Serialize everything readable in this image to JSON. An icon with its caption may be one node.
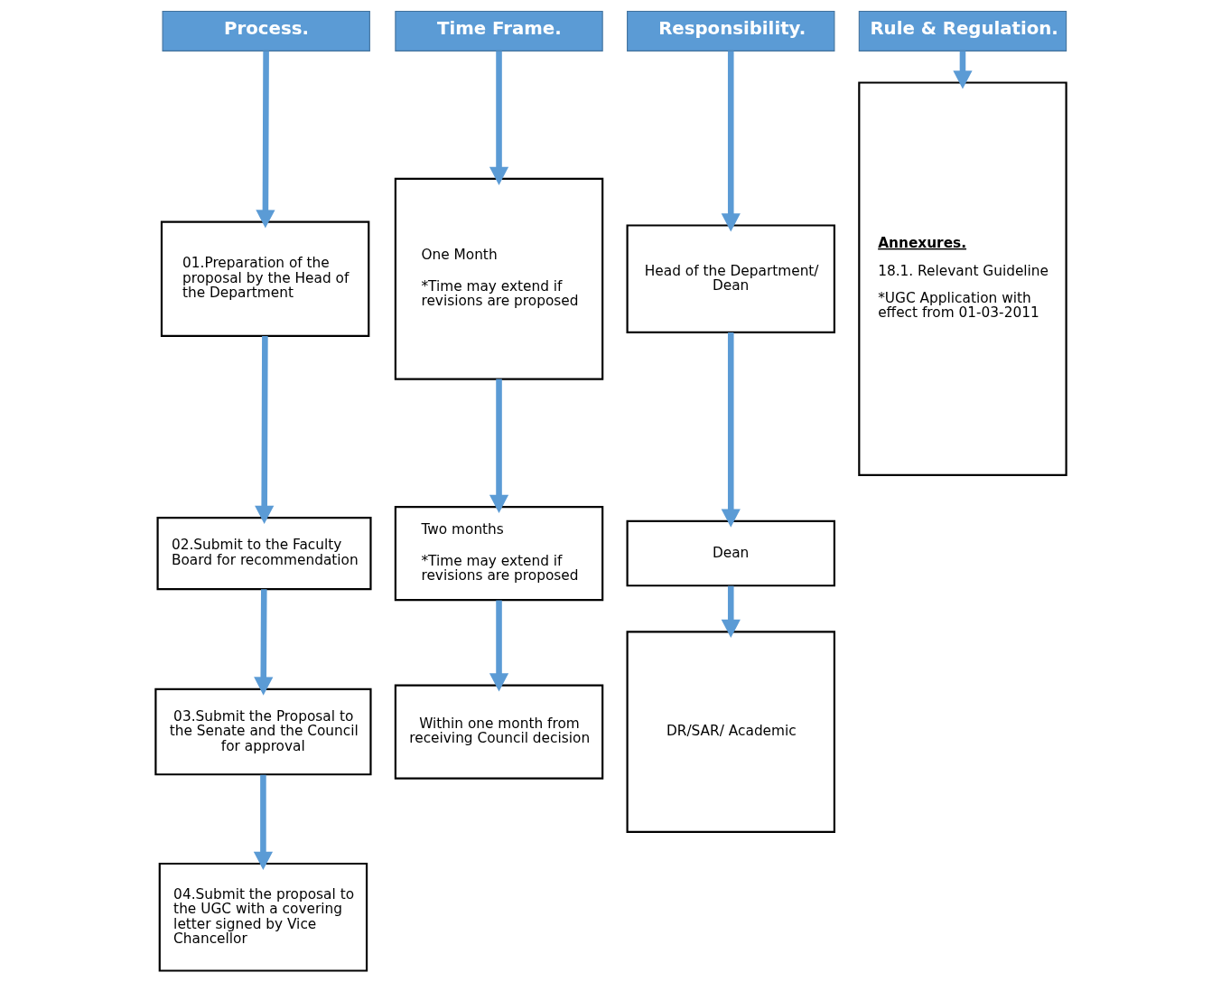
{
  "diagram": {
    "nodes": [
      {
        "text": [
          "Process."
        ]
      },
      {
        "text": [
          "01.Preparation of the proposal by the Head of the Department"
        ]
      },
      {
        "text": [
          "02.Submit to the Faculty Board for recommendation"
        ]
      },
      {
        "text": [
          "03.Submit the Proposal to the Senate and the Council for approval"
        ]
      },
      {
        "text": [
          "04.Submit the proposal to the UGC with a covering letter signed by Vice Chancellor"
        ]
      },
      {
        "text": [
          "Time Frame."
        ]
      },
      {
        "text": [
          "One Month",
          "*Time may extend if revisions are proposed"
        ]
      },
      {
        "text": [
          "Two months",
          "*Time may extend if revisions are proposed"
        ]
      },
      {
        "text": [
          "Within one month from receiving Council decision"
        ]
      },
      {
        "text": [
          "Responsibility."
        ]
      },
      {
        "text": [
          "Head of the Department/ Dean"
        ]
      },
      {
        "text": [
          "Dean"
        ]
      },
      {
        "text": [
          "DR/SAR/ Academic"
        ]
      },
      {
        "text": [
          "Rule & Regulation."
        ]
      },
      {
        "text": [
          "Annexures.",
          "18.1. Relevant Guideline",
          "*UGC Application with effect from 01-03-2011"
        ]
      }
    ],
    "edges": [
      {
        "from": 0,
        "to": 1,
        "arrow": "to"
      },
      {
        "from": 1,
        "to": 2,
        "arrow": "to"
      },
      {
        "from": 2,
        "to": 3,
        "arrow": "to"
      },
      {
        "from": 3,
        "to": 4,
        "arrow": "to"
      },
      {
        "from": 5,
        "to": 6,
        "arrow": "to"
      },
      {
        "from": 6,
        "to": 7,
        "arrow": "to"
      },
      {
        "from": 7,
        "to": 8,
        "arrow": "to"
      },
      {
        "from": 9,
        "to": 10,
        "arrow": "to"
      },
      {
        "from": 10,
        "to": 11,
        "arrow": "to"
      },
      {
        "from": 11,
        "to": 12,
        "arrow": "to"
      },
      {
        "from": 13,
        "to": 14,
        "arrow": "to"
      }
    ]
  }
}
